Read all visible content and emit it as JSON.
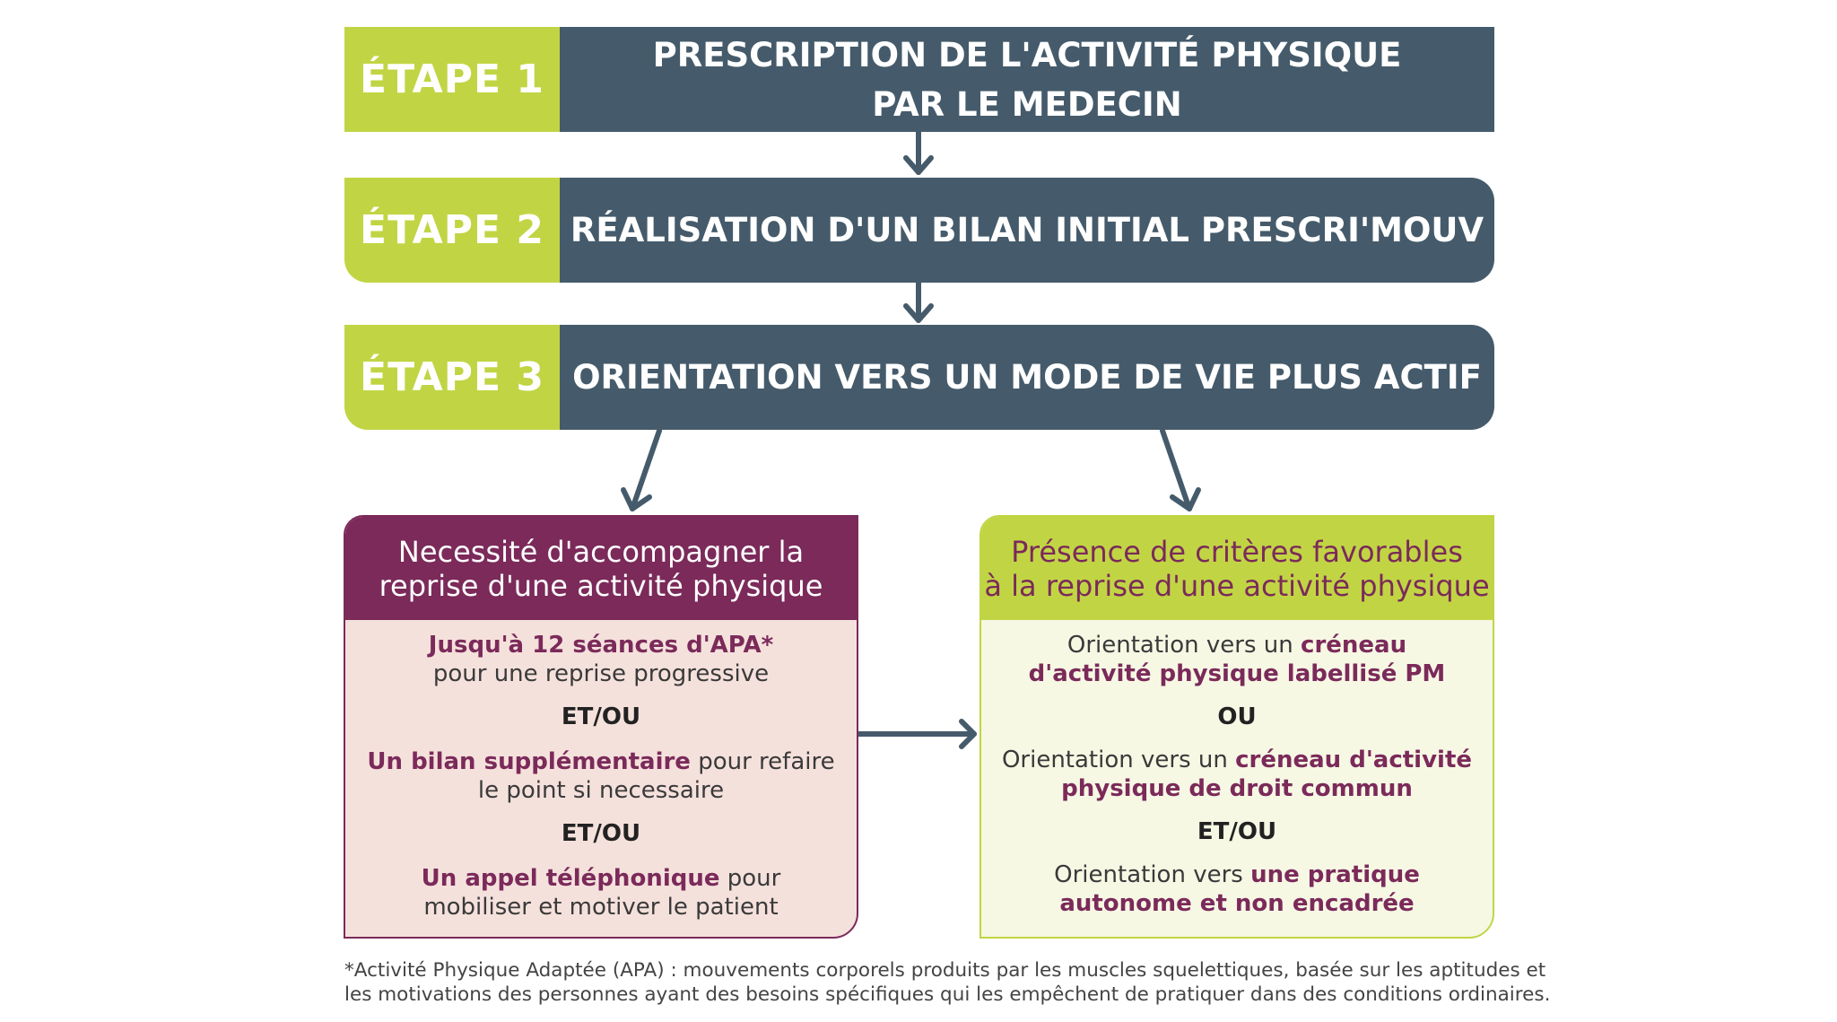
{
  "colors": {
    "green": "#c1d544",
    "slate": "#455b6b",
    "plum": "#7b2a5a",
    "left_bg": "#f5e1dc",
    "right_bg": "#f6f8e4"
  },
  "steps": [
    {
      "label": "ÉTAPE 1",
      "lines": [
        "PRESCRIPTION DE L'ACTIVITÉ PHYSIQUE",
        "PAR LE MEDECIN"
      ]
    },
    {
      "label": "ÉTAPE 2",
      "lines": [
        "RÉALISATION D'UN BILAN INITIAL PRESCRI'MOUV"
      ]
    },
    {
      "label": "ÉTAPE 3",
      "lines": [
        "ORIENTATION VERS UN MODE DE VIE PLUS ACTIF"
      ]
    }
  ],
  "left_box": {
    "title": [
      "Necessité d'accompagner la",
      "reprise d'une activité physique"
    ],
    "item1": {
      "bold": "Jusqu'à 12 séances d'APA*",
      "rest": "pour une reprise progressive"
    },
    "conj1": "ET/OU",
    "item2": {
      "bold": "Un bilan supplémentaire",
      "rest_a": " pour refaire",
      "rest_b": "le point si necessaire"
    },
    "conj2": "ET/OU",
    "item3": {
      "bold": "Un appel téléphonique",
      "rest_a": " pour",
      "rest_b": "mobiliser et motiver le patient"
    }
  },
  "right_box": {
    "title": [
      "Présence de critères favorables",
      "à la reprise d'une activité physique"
    ],
    "item1": {
      "plain": "Orientation vers un ",
      "bold_a": "créneau",
      "bold_b": "d'activité physique labellisé PM"
    },
    "conj1": "OU",
    "item2": {
      "plain": "Orientation vers un ",
      "bold_a": "créneau d'activité",
      "bold_b": "physique de droit commun"
    },
    "conj2": "ET/OU",
    "item3": {
      "plain": "Orientation vers ",
      "bold_a": "une pratique",
      "bold_b": "autonome et non encadrée"
    }
  },
  "footnote": [
    "*Activité Physique Adaptée (APA) : mouvements corporels produits par les muscles squelettiques, basée sur les aptitudes et",
    "les motivations des personnes ayant des besoins spécifiques qui les empêchent de pratiquer dans des conditions ordinaires."
  ]
}
